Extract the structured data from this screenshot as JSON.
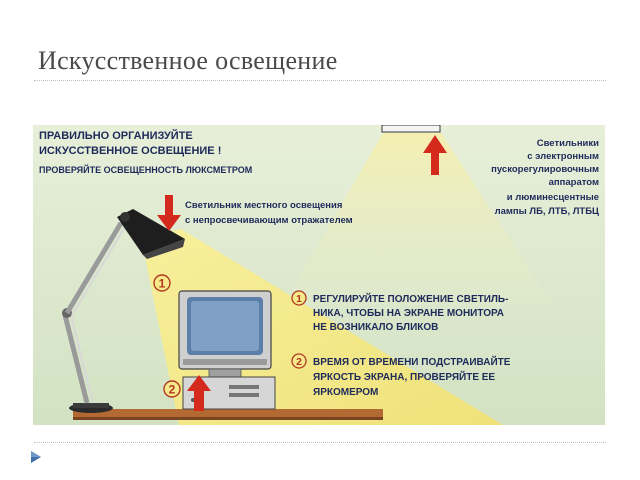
{
  "slide": {
    "title": "Искусственное освещение"
  },
  "poster": {
    "heading_line1": "ПРАВИЛЬНО ОРГАНИЗУЙТЕ",
    "heading_line2": "ИСКУССТВЕННОЕ ОСВЕЩЕНИЕ !",
    "heading_line3": "ПРОВЕРЯЙТЕ ОСВЕЩЕННОСТЬ ЛЮКСМЕТРОМ",
    "local_lamp_line1": "Светильник местного освещения",
    "local_lamp_line2": "с непросвечивающим отражателем",
    "ceiling_lamp_lines": [
      "Светильники",
      "с электронным",
      "пускорегулировочным",
      "аппаратом",
      "и люминесцентные",
      "лампы ЛБ, ЛТБ, ЛТБЦ"
    ],
    "tip1_number": "1",
    "tip1_lines": [
      "РЕГУЛИРУЙТЕ ПОЛОЖЕНИЕ СВЕТИЛЬ-",
      "НИКА, ЧТОБЫ НА ЭКРАНЕ МОНИТОРА",
      "НЕ ВОЗНИКАЛО БЛИКОВ"
    ],
    "tip2_number": "2",
    "tip2_lines": [
      "ВРЕМЯ ОТ ВРЕМЕНИ ПОДСТРАИВАЙТЕ",
      "ЯРКОСТЬ ЭКРАНА, ПРОВЕРЯЙТЕ ЕЕ",
      "ЯРКОМЕРОМ"
    ],
    "marker1": "1",
    "marker2": "2"
  },
  "colors": {
    "poster_bg": "#dde9cf",
    "light_beam": "#f6ea8c",
    "arrow_red": "#d42a1e",
    "lamp_dark": "#1e1e1e",
    "desk": "#b36a32",
    "heading_blue": "#1e2a5a",
    "bullet_blue": "#3f6fa8"
  },
  "icons": {
    "bullet": "triangle-bullet-icon",
    "desk_lamp": "desk-lamp-icon",
    "monitor": "crt-monitor-icon",
    "ceiling_lamp": "ceiling-lamp-icon",
    "arrow": "up-arrow-icon"
  }
}
